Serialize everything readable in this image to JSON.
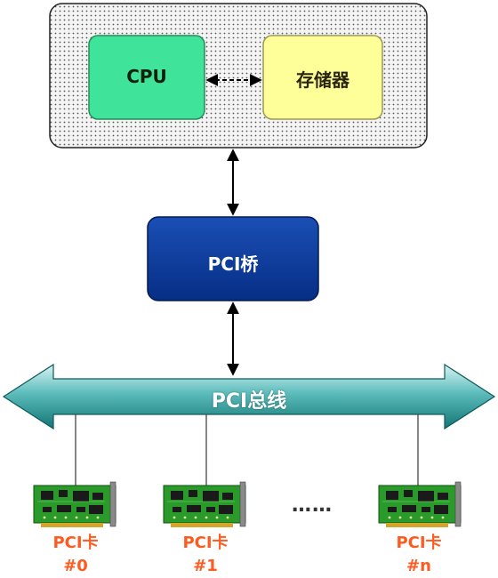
{
  "host": {
    "cpu_label": "CPU",
    "memory_label": "存储器"
  },
  "bridge": {
    "label": "PCI桥"
  },
  "bus": {
    "label": "PCI总线"
  },
  "cards": [
    {
      "label": "PCI卡",
      "index": "#0"
    },
    {
      "label": "PCI卡",
      "index": "#1"
    },
    {
      "label": "PCI卡",
      "index": "#n"
    }
  ],
  "ellipsis": "……",
  "colors": {
    "cpu": "#3fe49a",
    "memory": "#ffff99",
    "bridge": "#0b3fa0",
    "bus": "#1e8e8e",
    "card_label": "#ff5a1f"
  }
}
